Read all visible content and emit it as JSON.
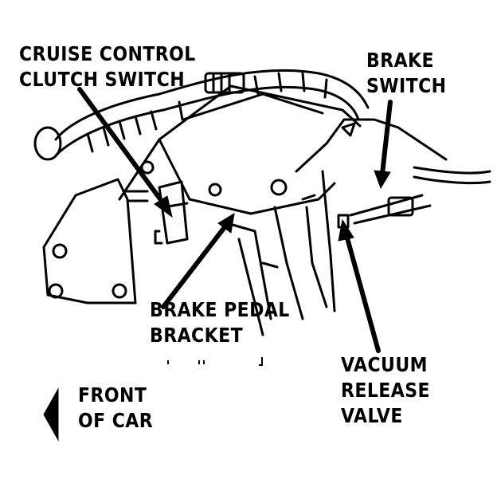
{
  "labels": {
    "cruise_control_clutch_switch": [
      "CRUISE CONTROL",
      "CLUTCH SWITCH"
    ],
    "brake_switch": [
      "BRAKE",
      "SWITCH"
    ],
    "brake_pedal_bracket": [
      "BRAKE PEDAL",
      "BRACKET"
    ],
    "vacuum_release_valve": [
      "VACUUM",
      "RELEASE",
      "VALVE"
    ],
    "front_of_car": [
      "FRONT",
      "OF CAR"
    ]
  },
  "colors": {
    "ink": "#000000",
    "paper": "#ffffff"
  }
}
